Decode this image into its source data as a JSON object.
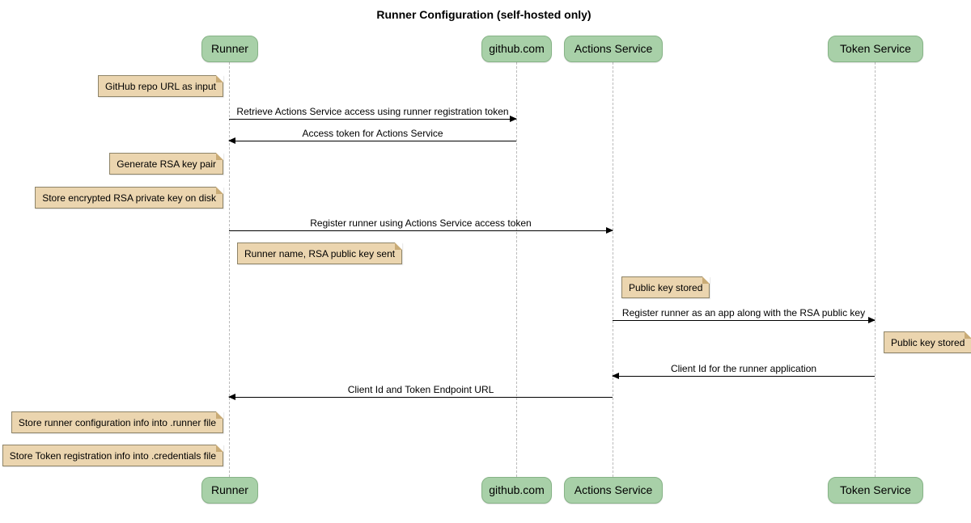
{
  "title": "Runner Configuration (self-hosted only)",
  "diagram_type": "sequence",
  "participants": [
    {
      "label": "Runner"
    },
    {
      "label": "github.com"
    },
    {
      "label": "Actions Service"
    },
    {
      "label": "Token Service"
    }
  ],
  "messages": [
    {
      "text": "Retrieve Actions Service access using runner registration token",
      "from": "Runner",
      "to": "github.com"
    },
    {
      "text": "Access token for Actions Service",
      "from": "github.com",
      "to": "Runner"
    },
    {
      "text": "Register runner using Actions Service access token",
      "from": "Runner",
      "to": "Actions Service"
    },
    {
      "text": "Register runner as an app along with the RSA public key",
      "from": "Actions Service",
      "to": "Token Service"
    },
    {
      "text": "Client Id for the runner application",
      "from": "Token Service",
      "to": "Actions Service"
    },
    {
      "text": "Client Id and Token Endpoint URL",
      "from": "Actions Service",
      "to": "Runner"
    }
  ],
  "notes": [
    {
      "text": "GitHub repo URL as input",
      "position": "left of Runner"
    },
    {
      "text": "Generate RSA key pair",
      "position": "left of Runner"
    },
    {
      "text": "Store encrypted RSA private key on disk",
      "position": "left of Runner"
    },
    {
      "text": "Runner name, RSA public key sent",
      "position": "right of Runner"
    },
    {
      "text": "Public key stored",
      "position": "right of Actions Service"
    },
    {
      "text": "Public key stored",
      "position": "right of Token Service"
    },
    {
      "text": "Store runner configuration info into .runner file",
      "position": "left of Runner"
    },
    {
      "text": "Store Token registration info into .credentials file",
      "position": "left of Runner"
    }
  ],
  "colors": {
    "participant_fill": "#a8d0a8",
    "participant_border": "#86b386",
    "note_fill": "#ebd5af",
    "note_border": "#8e8468",
    "lifeline": "#bbbbbb",
    "arrow": "#000000",
    "text": "#000000",
    "background": "#ffffff"
  }
}
